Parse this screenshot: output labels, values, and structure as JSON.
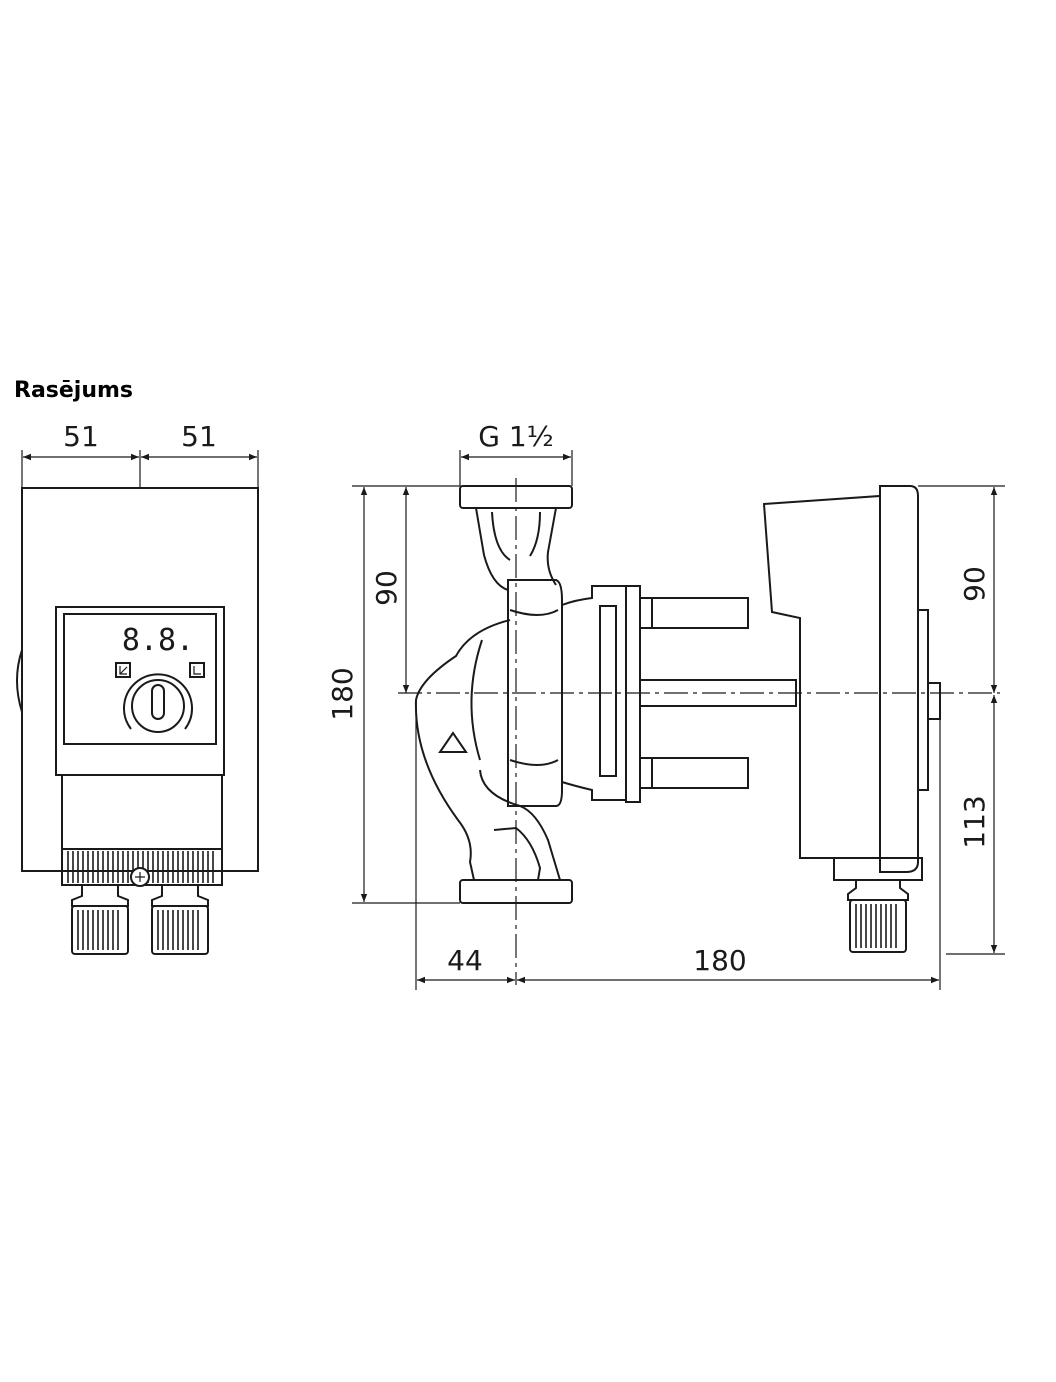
{
  "title": "Rasējums",
  "display_text": "8.8.",
  "dimensions": {
    "front_left_width": "51",
    "front_right_width": "51",
    "thread": "G 1½",
    "total_height": "180",
    "upper_height_left": "90",
    "upper_height_right": "90",
    "lower_height": "113",
    "inlet_offset": "44",
    "length": "180"
  },
  "icons": {
    "warning": "triangle-icon",
    "mode_left": "mode-left-icon",
    "mode_right": "mode-right-icon",
    "knob": "control-knob-icon",
    "screw": "screw-icon"
  }
}
